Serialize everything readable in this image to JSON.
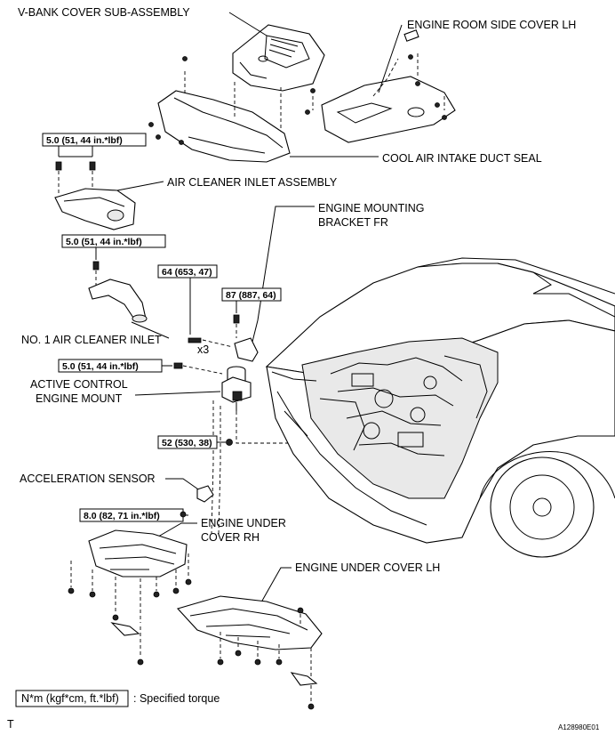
{
  "labels": {
    "v_bank_cover": "V-BANK COVER SUB-ASSEMBLY",
    "engine_room_side_cover_lh": "ENGINE ROOM SIDE COVER LH",
    "cool_air_intake_duct_seal": "COOL AIR INTAKE DUCT SEAL",
    "air_cleaner_inlet_assembly": "AIR CLEANER INLET ASSEMBLY",
    "engine_mounting_bracket_fr_1": "ENGINE MOUNTING",
    "engine_mounting_bracket_fr_2": "BRACKET FR",
    "no1_air_cleaner_inlet": "NO. 1 AIR CLEANER INLET",
    "active_control_1": "ACTIVE CONTROL",
    "active_control_2": "ENGINE MOUNT",
    "acceleration_sensor": "ACCELERATION SENSOR",
    "engine_under_cover_rh_1": "ENGINE UNDER",
    "engine_under_cover_rh_2": "COVER RH",
    "engine_under_cover_lh": "ENGINE UNDER COVER LH"
  },
  "torques": {
    "t1": "5.0 (51, 44 in.*lbf)",
    "t2": "5.0 (51, 44 in.*lbf)",
    "t3": "64 (653, 47)",
    "t4": "87 (887, 64)",
    "t5": "5.0 (51, 44 in.*lbf)",
    "t6": "52 (530, 38)",
    "t7": "8.0 (82, 71 in.*lbf)"
  },
  "quantity_x3": "x3",
  "legend": {
    "box_text": "N*m (kgf*cm, ft.*lbf)",
    "description": ": Specified torque"
  },
  "corner_mark": "T",
  "figure_id": "A128980E01"
}
